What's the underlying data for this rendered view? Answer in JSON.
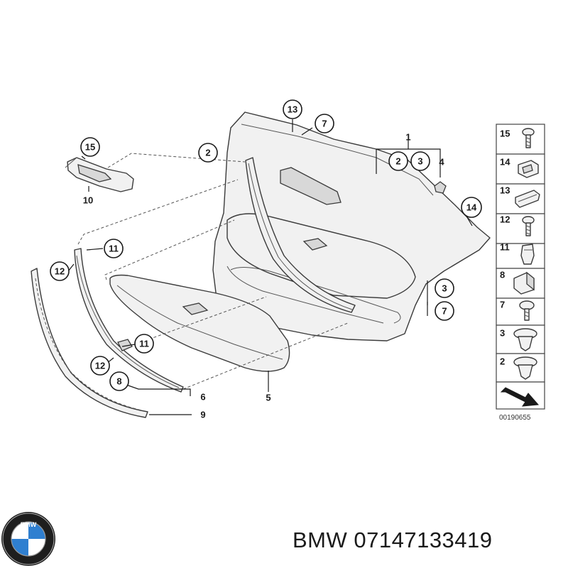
{
  "callouts": {
    "c13_top": "13",
    "c7_top": "7",
    "c2_left": "2",
    "c1": "1",
    "c1_sub2": "2",
    "c1_sub3": "3",
    "c4": "4",
    "c14": "14",
    "c15": "15",
    "c10": "10",
    "c11_top": "11",
    "c12_top": "12",
    "c11_mid": "11",
    "c12_mid": "12",
    "c8": "8",
    "c6": "6",
    "c9": "9",
    "c5": "5",
    "c3_right": "3",
    "c7_right": "7"
  },
  "legend": {
    "items": [
      {
        "num": "15",
        "icon": "screw-icon"
      },
      {
        "num": "14",
        "icon": "clip-icon"
      },
      {
        "num": "13",
        "icon": "clip-icon"
      },
      {
        "num": "12",
        "icon": "screw-icon"
      },
      {
        "num": "11",
        "icon": "nut-clip-icon"
      },
      {
        "num": "8",
        "icon": "clip-icon"
      },
      {
        "num": "7",
        "icon": "screw-icon"
      },
      {
        "num": "3",
        "icon": "push-clip-icon"
      },
      {
        "num": "2",
        "icon": "push-clip-icon"
      }
    ],
    "direction_icon": "front-arrow-icon",
    "code": "00190655"
  },
  "brand": {
    "logo_icon": "bmw-logo-icon",
    "logo_letters": "BMW",
    "part_text": "BMW 07147133419"
  }
}
